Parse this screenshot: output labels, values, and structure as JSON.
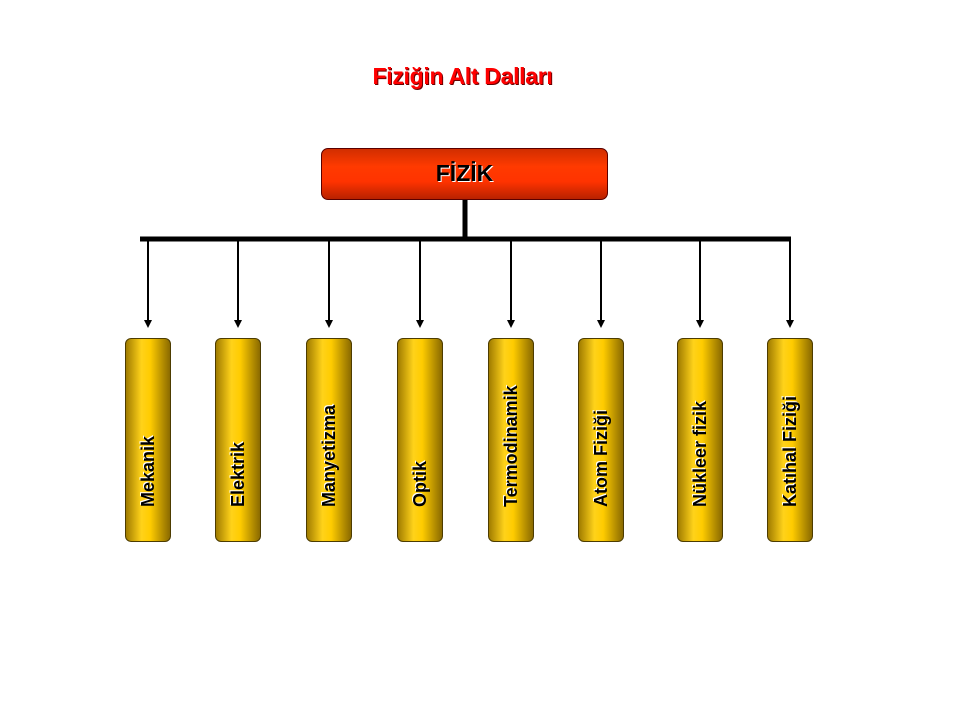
{
  "title": "Fiziğin Alt Dalları",
  "root": {
    "label": "FİZİK"
  },
  "branches": [
    {
      "label": "Mekanik"
    },
    {
      "label": "Elektrik"
    },
    {
      "label": "Manyetizma"
    },
    {
      "label": "Optik"
    },
    {
      "label": "Termodinamik"
    },
    {
      "label": "Atom Fiziği"
    },
    {
      "label": "Nükleer fizik"
    },
    {
      "label": "Katıhal Fiziği"
    }
  ],
  "colors": {
    "title": "#ff0000",
    "root_fill": "#ff3300",
    "branch_fill": "#ffcc00",
    "connector": "#000000"
  }
}
